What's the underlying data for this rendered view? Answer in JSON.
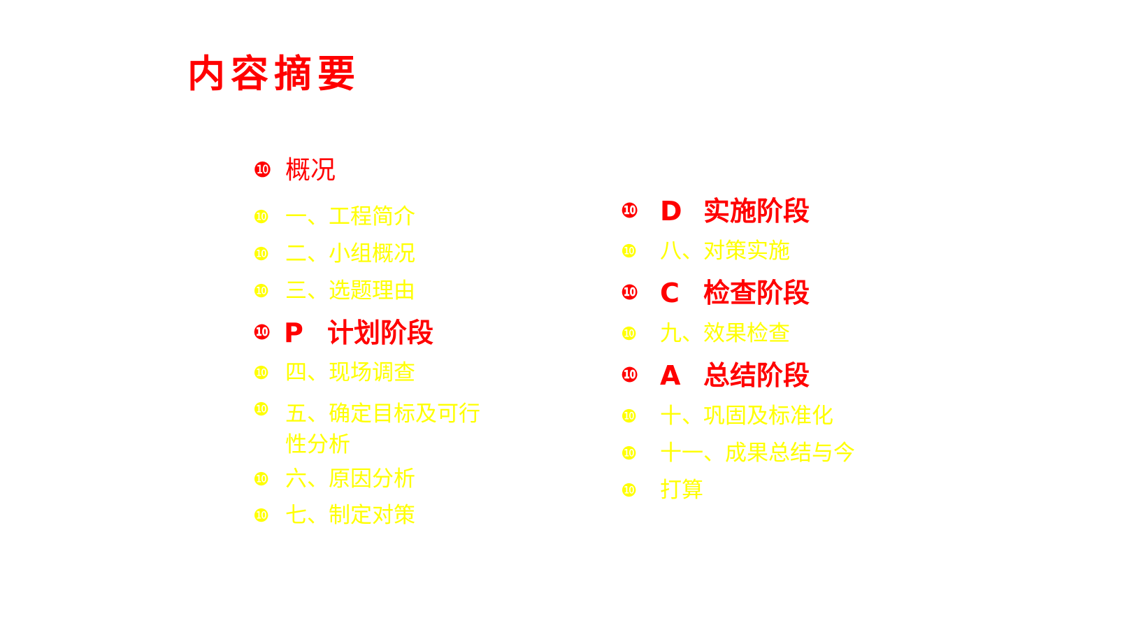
{
  "title": "内容摘要",
  "bullet_glyph": "❿",
  "left_column": {
    "overview": "概况",
    "item1": "一、工程简介",
    "item2": "二、小组概况",
    "item3": "三、选题理由",
    "p_letter": "P",
    "p_phase": "计划阶段",
    "item4": "四、现场调查",
    "item5_line1": "五、确定目标及可行",
    "item5_line2": "性分析",
    "item6": "六、原因分析",
    "item7": "七、制定对策"
  },
  "right_column": {
    "d_letter": "D",
    "d_phase": "实施阶段",
    "item8": "八、对策实施",
    "c_letter": "C",
    "c_phase": "检查阶段",
    "item9": "九、效果检查",
    "a_letter": "A",
    "a_phase": "总结阶段",
    "item10": "十、巩固及标准化",
    "item11": "十一、成果总结与今",
    "item12": "打算"
  },
  "colors": {
    "heading_red": "#ff0000",
    "item_yellow": "#ffff00",
    "background": "#ffffff"
  }
}
